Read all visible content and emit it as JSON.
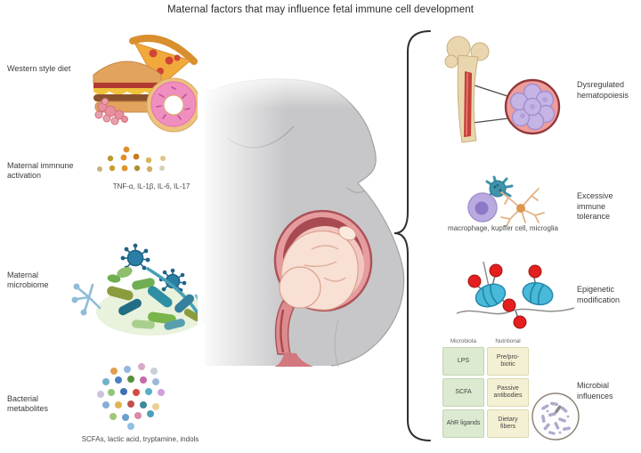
{
  "title": "Maternal factors that may influence fetal immune cell development",
  "factors": {
    "diet": {
      "label": "Western style diet",
      "icon": "burger-pizza-donut-icon"
    },
    "immune_activation": {
      "label": "Maternal immnune\nactivation",
      "caption": "TNF-α, IL-1β, IL-6, IL-17",
      "icon": "cytokine-dots-icon"
    },
    "microbiome": {
      "label": "Maternal\nmicrobiome",
      "icon": "bacteria-cluster-icon"
    },
    "metabolites": {
      "label": "Bacterial\nmetabolites",
      "caption": "SCFAs, lactic acid, tryptamine, indols",
      "icon": "metabolite-dots-icon"
    }
  },
  "center": {
    "figure": "pregnant-woman-with-fetus-illustration"
  },
  "outcomes": {
    "hematopoiesis": {
      "label": "Dysregulated\nhematopoiesis",
      "icon": "bone-marrow-magnifier-icon"
    },
    "tolerance": {
      "label": "Excessive\nimmune\ntolerance",
      "caption": "macrophage, kupffer cell, microglia",
      "icon": "immune-cells-icon"
    },
    "epigenetic": {
      "label": "Epigenetic\nmodification",
      "icon": "nucleosome-methylation-icon"
    },
    "microbial": {
      "label": "Microbial\ninfluences",
      "icon": "petri-dish-bacteria-icon"
    }
  },
  "influence_table": {
    "headers": [
      "Microbiota",
      "Nutritional"
    ],
    "rows": [
      {
        "microbiota": "LPS",
        "nutritional": "Pre/pro-\nbiotic"
      },
      {
        "microbiota": "SCFA",
        "nutritional": "Passive\nantibodies"
      },
      {
        "microbiota": "AhR ligands",
        "nutritional": "Dietary\nfibers"
      }
    ]
  },
  "colors": {
    "table_green": "#dbead0",
    "table_yellow": "#f4f0d3",
    "uterus_pink": "#e69c9e",
    "nucleosome_cyan": "#49b9d9",
    "methyl_red": "#e31f1f",
    "bone_tan": "#ead6ae",
    "body_gray": "#c7c7c9"
  }
}
